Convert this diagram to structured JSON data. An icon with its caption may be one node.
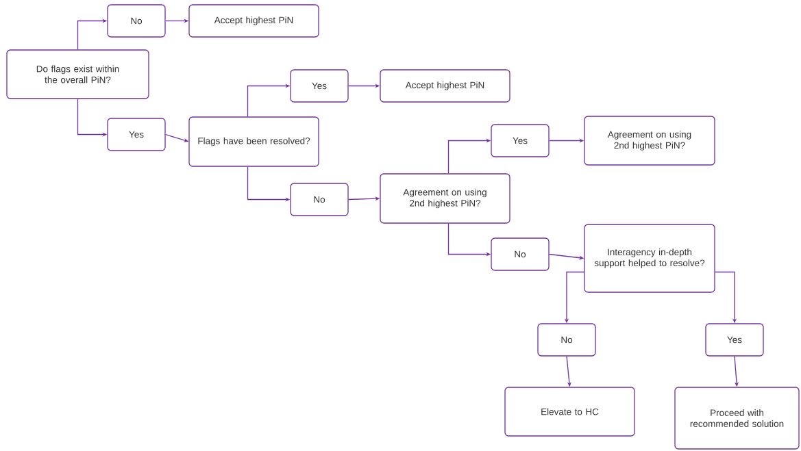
{
  "diagram": {
    "nodes": [
      {
        "text": [
          "Do flags exist within the overall PiN?"
        ]
      },
      {
        "text": [
          "No"
        ]
      },
      {
        "text": [
          "Accept highest PiN"
        ]
      },
      {
        "text": [
          "Yes"
        ]
      },
      {
        "text": [
          "Flags have been resolved?"
        ]
      },
      {
        "text": [
          "Yes"
        ]
      },
      {
        "text": [
          "Accept highest PiN"
        ]
      },
      {
        "text": [
          "No"
        ]
      },
      {
        "text": [
          "Agreement on using 2nd highest PiN?"
        ]
      },
      {
        "text": [
          "Yes"
        ]
      },
      {
        "text": [
          "Agreement on using 2nd highest PiN?"
        ]
      },
      {
        "text": [
          "No"
        ]
      },
      {
        "text": [
          "Interagency in-depth support helped to resolve?"
        ]
      },
      {
        "text": [
          "No"
        ]
      },
      {
        "text": [
          "Yes"
        ]
      },
      {
        "text": [
          "Elevate to HC"
        ]
      },
      {
        "text": [
          "Proceed with recommended solution"
        ]
      }
    ],
    "edges": [
      {
        "from": 0,
        "to": 1,
        "arrow": "to"
      },
      {
        "from": 1,
        "to": 2,
        "arrow": "to"
      },
      {
        "from": 0,
        "to": 3,
        "arrow": "to"
      },
      {
        "from": 3,
        "to": 4,
        "arrow": "to"
      },
      {
        "from": 4,
        "to": 5,
        "arrow": "to"
      },
      {
        "from": 5,
        "to": 6,
        "arrow": "to"
      },
      {
        "from": 4,
        "to": 7,
        "arrow": "to"
      },
      {
        "from": 7,
        "to": 8,
        "arrow": "to"
      },
      {
        "from": 8,
        "to": 9,
        "arrow": "to"
      },
      {
        "from": 9,
        "to": 10,
        "arrow": "to"
      },
      {
        "from": 8,
        "to": 11,
        "arrow": "to"
      },
      {
        "from": 11,
        "to": 12,
        "arrow": "to"
      },
      {
        "from": 12,
        "to": 13,
        "arrow": "to"
      },
      {
        "from": 12,
        "to": 14,
        "arrow": "to"
      },
      {
        "from": 13,
        "to": 15,
        "arrow": "to"
      },
      {
        "from": 14,
        "to": 16,
        "arrow": "to"
      }
    ]
  }
}
